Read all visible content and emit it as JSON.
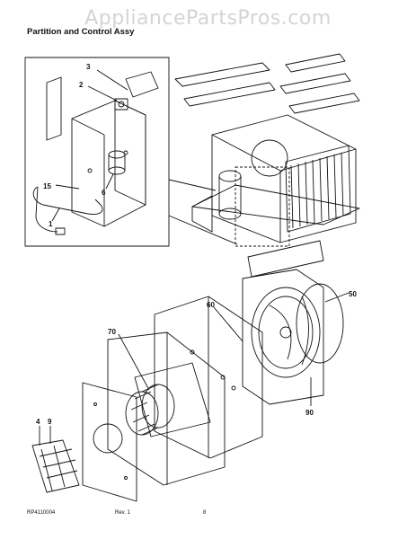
{
  "watermark": "AppliancePartsPros.com",
  "title": "Partition and Control Assy",
  "callouts": {
    "c3": "3",
    "c2": "2",
    "c15": "15",
    "c6": "6",
    "c1": "1",
    "c60": "60",
    "c50": "50",
    "c70": "70",
    "c90": "90",
    "c4": "4",
    "c9": "9"
  },
  "footer": {
    "doc_id": "RP4110004",
    "rev": "Rev. 1",
    "page": "8"
  }
}
